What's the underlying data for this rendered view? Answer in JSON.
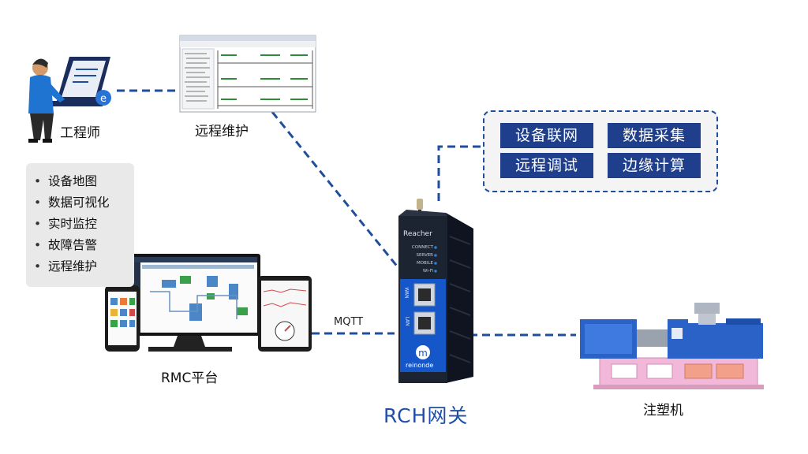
{
  "labels": {
    "engineer": "工程师",
    "remote_maintenance": "远程维护",
    "rmc_platform": "RMC平台",
    "gateway": "RCH网关",
    "machine": "注塑机",
    "mqtt": "MQTT"
  },
  "features": [
    "设备联网",
    "数据采集",
    "远程调试",
    "边缘计算"
  ],
  "platform_features": [
    "设备地图",
    "数据可视化",
    "实时监控",
    "故障告警",
    "远程维护"
  ],
  "device": {
    "brand_top": "Reacher",
    "leds": [
      "CONNECT",
      "SERVER",
      "MOBILE",
      "Wi-Fi"
    ],
    "ports": [
      "WAN",
      "LAN"
    ],
    "logo": "reinonde"
  },
  "colors": {
    "line": "#1f4e9c",
    "feature_bg": "#1f3f8c",
    "title": "#1f4fa8",
    "device": "#1c2331",
    "machine_blue": "#2a62c8",
    "machine_pink": "#f2b8d9"
  }
}
